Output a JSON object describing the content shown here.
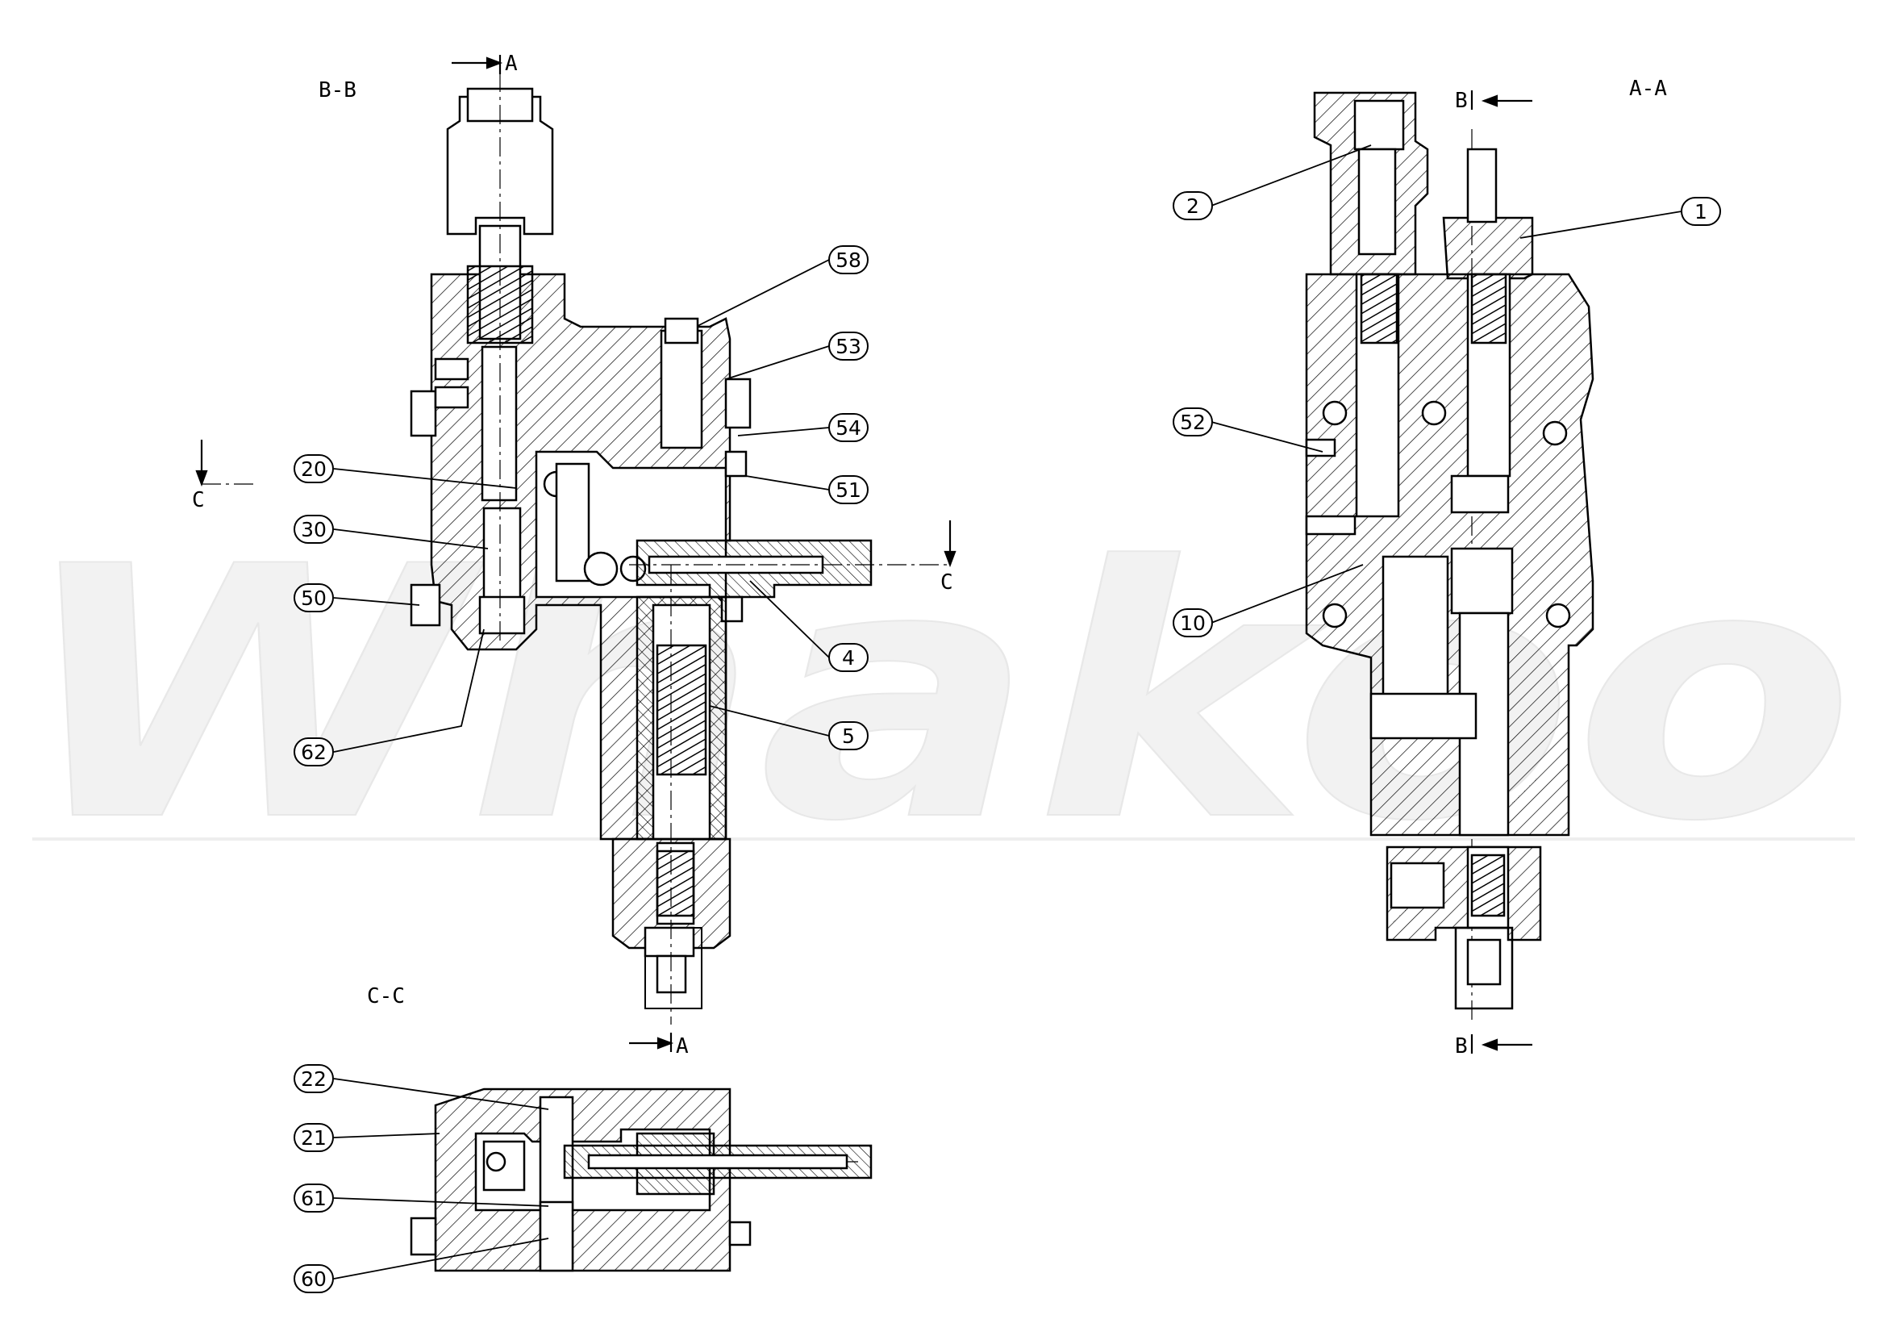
{
  "watermark": "Whakoo",
  "views": [
    {
      "id": "bb",
      "title": "B-B"
    },
    {
      "id": "aa",
      "title": "A-A"
    },
    {
      "id": "cc",
      "title": "C-C"
    }
  ],
  "cut_markers": {
    "a": "A",
    "b": "B",
    "c": "C"
  },
  "balloons": {
    "b58": "58",
    "b53": "53",
    "b54": "54",
    "b51": "51",
    "b20": "20",
    "b30": "30",
    "b50": "50",
    "b4": "4",
    "b5": "5",
    "b62": "62",
    "b2": "2",
    "b1": "1",
    "b52": "52",
    "b10": "10",
    "b22": "22",
    "b21": "21",
    "b61": "61",
    "b60": "60"
  }
}
